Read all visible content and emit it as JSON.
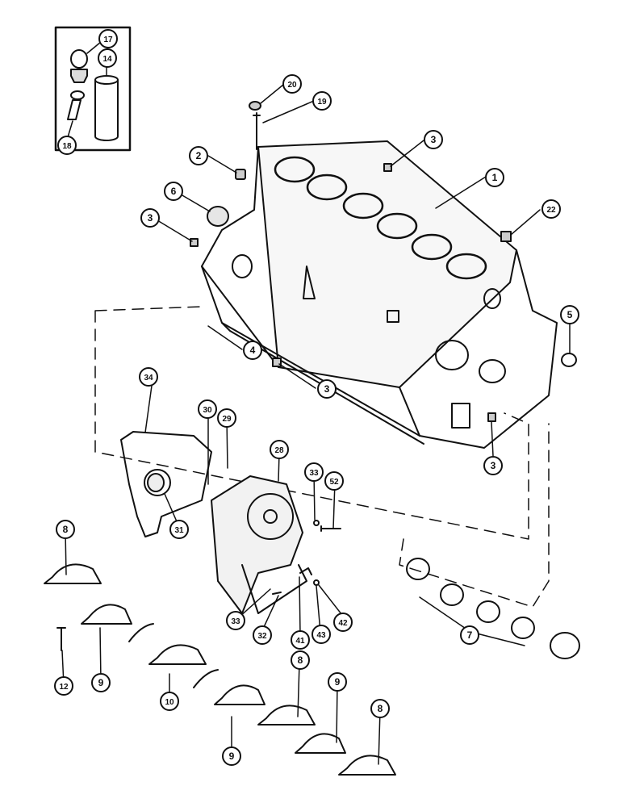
{
  "diagram": {
    "callouts": [
      {
        "id": "c17",
        "label": "17"
      },
      {
        "id": "c14",
        "label": "14"
      },
      {
        "id": "c18",
        "label": "18"
      },
      {
        "id": "c20",
        "label": "20"
      },
      {
        "id": "c19",
        "label": "19"
      },
      {
        "id": "c3a",
        "label": "3"
      },
      {
        "id": "c2",
        "label": "2"
      },
      {
        "id": "c1",
        "label": "1"
      },
      {
        "id": "c6",
        "label": "6"
      },
      {
        "id": "c22",
        "label": "22"
      },
      {
        "id": "c3b",
        "label": "3"
      },
      {
        "id": "c5",
        "label": "5"
      },
      {
        "id": "c4",
        "label": "4"
      },
      {
        "id": "c3c",
        "label": "3"
      },
      {
        "id": "c34",
        "label": "34"
      },
      {
        "id": "c30",
        "label": "30"
      },
      {
        "id": "c29",
        "label": "29"
      },
      {
        "id": "c28",
        "label": "28"
      },
      {
        "id": "c3d",
        "label": "3"
      },
      {
        "id": "c33a",
        "label": "33"
      },
      {
        "id": "c52",
        "label": "52"
      },
      {
        "id": "c31",
        "label": "31"
      },
      {
        "id": "c8a",
        "label": "8"
      },
      {
        "id": "c33b",
        "label": "33"
      },
      {
        "id": "c32",
        "label": "32"
      },
      {
        "id": "c41",
        "label": "41"
      },
      {
        "id": "c43",
        "label": "43"
      },
      {
        "id": "c42",
        "label": "42"
      },
      {
        "id": "c7",
        "label": "7"
      },
      {
        "id": "c12",
        "label": "12"
      },
      {
        "id": "c9a",
        "label": "9"
      },
      {
        "id": "c10",
        "label": "10"
      },
      {
        "id": "c8b",
        "label": "8"
      },
      {
        "id": "c9b",
        "label": "9"
      },
      {
        "id": "c9c",
        "label": "9"
      },
      {
        "id": "c8c",
        "label": "8"
      }
    ]
  }
}
